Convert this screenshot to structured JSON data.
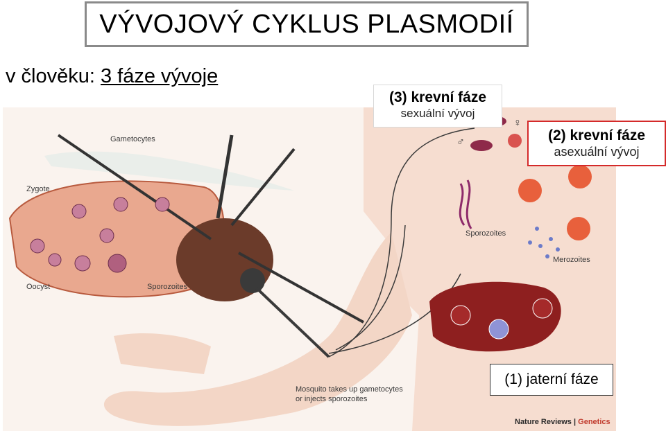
{
  "title": "VÝVOJOVÝ CYKLUS PLASMODIÍ",
  "subtitle": {
    "prefix": "v člověku: ",
    "underlined": "3 fáze vývoje"
  },
  "boxes": {
    "phase3": {
      "title": "(3) krevní fáze",
      "sub": "sexuální vývoj"
    },
    "phase2": {
      "title": "(2) krevní fáze",
      "sub": "asexuální vývoj"
    },
    "phase1": {
      "title": "(1) jaterní fáze"
    }
  },
  "diagram_labels": {
    "gametocytes": "Gametocytes",
    "zygote": "Zygote",
    "oocyst": "Oocyst",
    "sporozoites_mosquito": "Sporozoites",
    "sporozoites_body": "Sporozoites",
    "merozoites": "Merozoites",
    "female_symbol": "♀",
    "male_symbol": "♂",
    "caption_line1": "Mosquito takes up gametocytes",
    "caption_line2": "or injects sporozoites"
  },
  "credit": {
    "journal": "Nature Reviews",
    "separator": " | ",
    "section": "Genetics"
  },
  "colors": {
    "title_border": "#8a8a8a",
    "phase2_border": "#d42a2a",
    "blood_cell": "#e8603c",
    "liver": "#8e1f1f",
    "skin": "#f6ddd0",
    "mosquito_body": "#3a3a3a"
  }
}
